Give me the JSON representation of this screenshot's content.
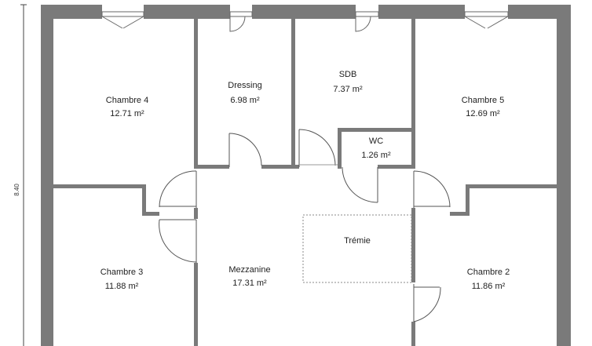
{
  "dimension": {
    "label": "8.40"
  },
  "rooms": [
    {
      "key": "chambre4",
      "name": "Chambre 4",
      "area": "12.71 m²"
    },
    {
      "key": "dressing",
      "name": "Dressing",
      "area": "6.98 m²"
    },
    {
      "key": "sdb",
      "name": "SDB",
      "area": "7.37 m²"
    },
    {
      "key": "chambre5",
      "name": "Chambre 5",
      "area": "12.69 m²"
    },
    {
      "key": "wc",
      "name": "WC",
      "area": "1.26 m²"
    },
    {
      "key": "tremie",
      "name": "Trémie",
      "area": ""
    },
    {
      "key": "chambre3",
      "name": "Chambre 3",
      "area": "11.88 m²"
    },
    {
      "key": "mezzanine",
      "name": "Mezzanine",
      "area": "17.31 m²"
    },
    {
      "key": "chambre2",
      "name": "Chambre 2",
      "area": "11.86 m²"
    }
  ],
  "colors": {
    "wall": "#7a7a7a",
    "thin_line": "#444444",
    "door_arc": "#555555",
    "window": "#666666"
  }
}
